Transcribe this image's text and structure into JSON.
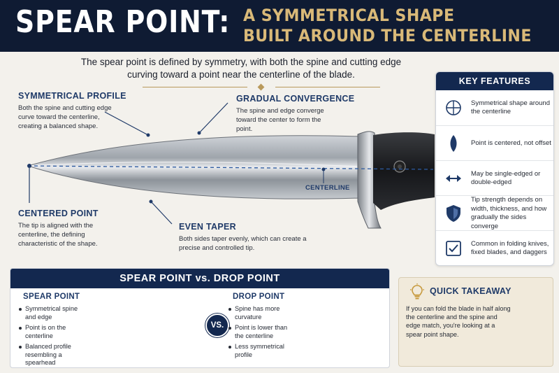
{
  "header": {
    "title": "SPEAR POINT:",
    "subtitle_line1": "A SYMMETRICAL SHAPE",
    "subtitle_line2": "BUILT AROUND THE CENTERLINE"
  },
  "intro": "The spear point is defined by symmetry, with both the spine and cutting edge curving toward a point near the centerline of the blade.",
  "callouts": {
    "symmetrical_profile": {
      "title": "SYMMETRICAL PROFILE",
      "text": "Both the spine and cutting edge curve toward the centerline, creating a balanced shape."
    },
    "gradual_convergence": {
      "title": "GRADUAL CONVERGENCE",
      "text": "The spine and edge converge toward the center to form the point."
    },
    "centered_point": {
      "title": "CENTERED POINT",
      "text": "The tip is aligned with the centerline, the defining characteristic of the shape."
    },
    "even_taper": {
      "title": "EVEN TAPER",
      "text": "Both sides taper evenly, which can create a precise and controlled tip."
    },
    "centerline_label": "CENTERLINE"
  },
  "key_features": {
    "title": "KEY FEATURES",
    "items": [
      {
        "icon": "crosshair-icon",
        "text": "Symmetrical shape around the centerline"
      },
      {
        "icon": "blade-tip-icon",
        "text": "Point is centered, not offset"
      },
      {
        "icon": "double-arrow-icon",
        "text": "May be single-edged or double-edged"
      },
      {
        "icon": "shield-icon",
        "text": "Tip strength depends on width, thickness, and how gradually the sides converge"
      },
      {
        "icon": "checkbox-icon",
        "text": "Common in folding knives, fixed blades, and daggers"
      }
    ]
  },
  "comparison": {
    "title": "SPEAR POINT vs. DROP POINT",
    "vs_label": "VS.",
    "spear": {
      "title": "SPEAR POINT",
      "bullets": [
        "Symmetrical spine and edge",
        "Point is on the centerline",
        "Balanced profile resembling a spearhead"
      ]
    },
    "drop": {
      "title": "DROP POINT",
      "bullets": [
        "Spine has more curvature",
        "Point is lower than the centerline",
        "Less symmetrical profile"
      ]
    }
  },
  "takeaway": {
    "title": "QUICK TAKEAWAY",
    "text": "If you can fold the blade in half along the centerline and the spine and edge match, you're looking at a spear point shape."
  },
  "colors": {
    "navy": "#13284f",
    "gold": "#d9b978",
    "heading_blue": "#1f3a68",
    "background": "#f3f1ec"
  }
}
